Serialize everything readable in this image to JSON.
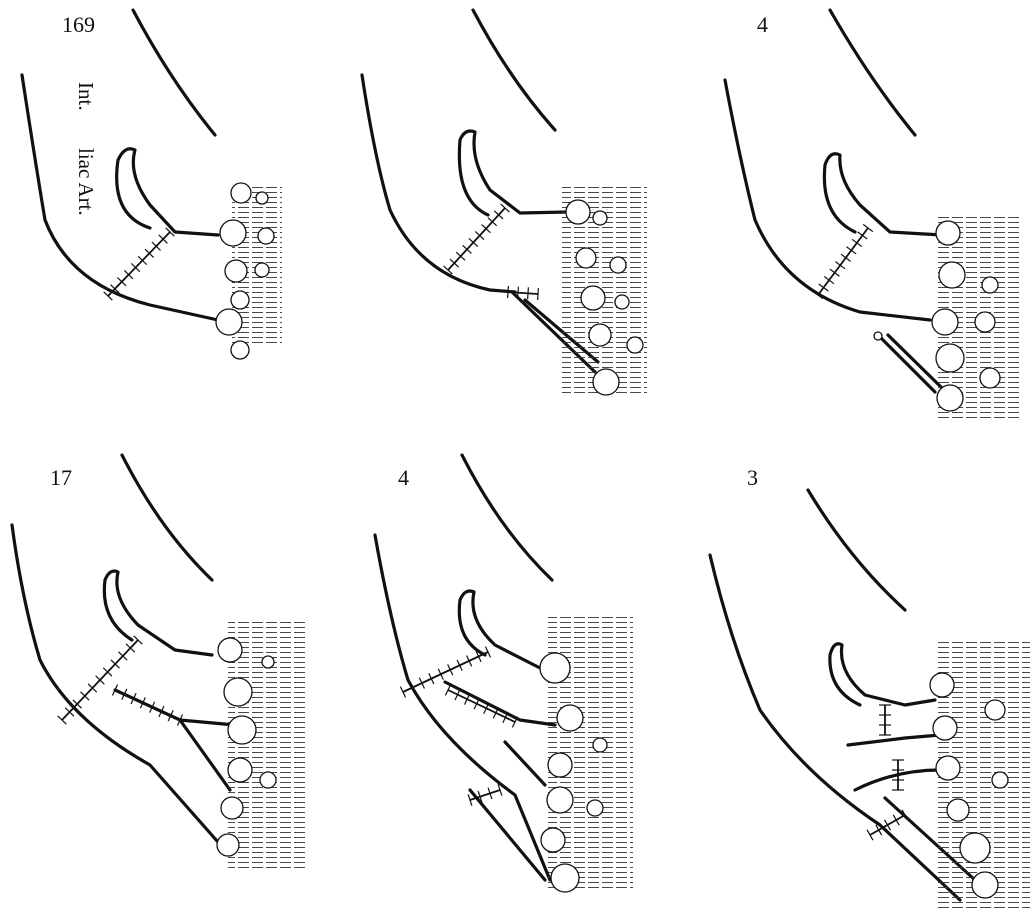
{
  "panels": [
    {
      "count": "169",
      "labels": [
        "Int.",
        "liac Art."
      ]
    },
    {
      "count": ""
    },
    {
      "count": "4"
    },
    {
      "count": "17"
    },
    {
      "count": "4"
    },
    {
      "count": "3"
    }
  ]
}
